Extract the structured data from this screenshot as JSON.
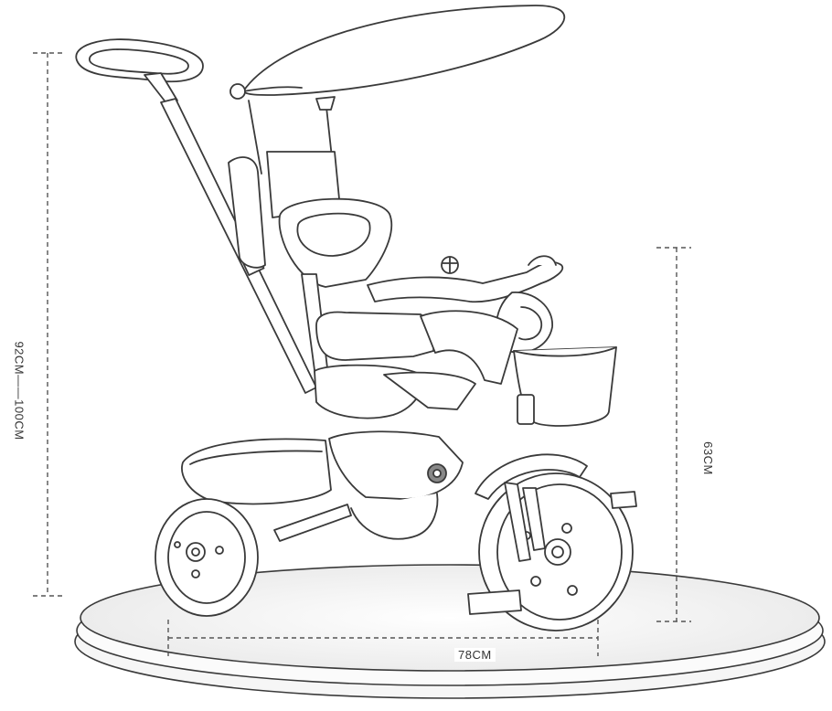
{
  "dimensions": {
    "height_handle": "92CM——100CM",
    "height_seat": "63CM",
    "length": "78CM"
  },
  "colors": {
    "line": "#3a3a3a",
    "dash": "#555555",
    "background": "#ffffff",
    "platform_shade": "#f2f2f2"
  },
  "icons": {
    "product": "tricycle-outline-icon"
  }
}
